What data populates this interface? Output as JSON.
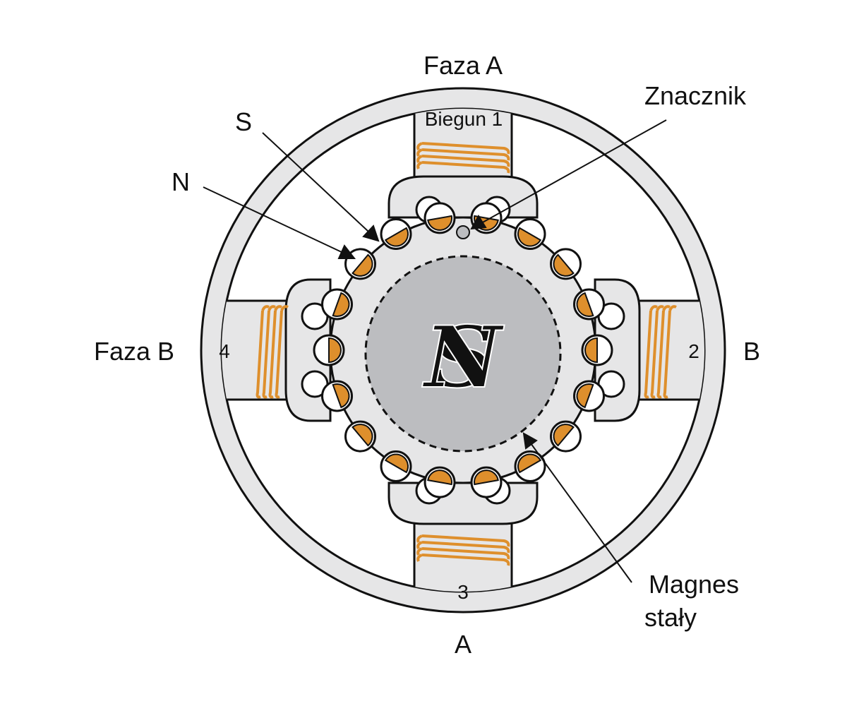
{
  "labels": {
    "faza_a": "Faza A",
    "biegun_1": "Biegun 1",
    "znacznik": "Znacznik",
    "s": "S",
    "n": "N",
    "faza_b": "Faza B",
    "num_4": "4",
    "num_2": "2",
    "b": "B",
    "num_3": "3",
    "a_bottom": "A",
    "magnes_line1": "Magnes",
    "magnes_line2": "stały",
    "rotor_n": "N",
    "rotor_s": "S"
  },
  "colors": {
    "stator": "#e6e6e7",
    "magnet": "#bcbdc0",
    "copper": "#de8f2c",
    "outline": "#111111",
    "marker": "#bcbdc0"
  },
  "teeth": {
    "count": 18,
    "phase_offset_deg": 10
  }
}
